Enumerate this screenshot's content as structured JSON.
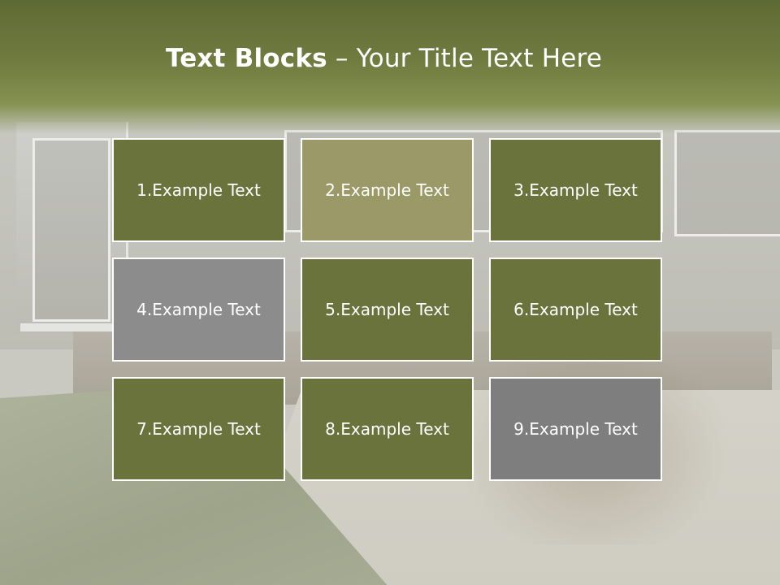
{
  "title": {
    "bold": "Text Blocks",
    "rest": " – Your Title Text Here"
  },
  "blocks": [
    {
      "label": "1.Example Text",
      "color": "#6a733c"
    },
    {
      "label": "2.Example Text",
      "color": "#9a9967"
    },
    {
      "label": "3.Example Text",
      "color": "#6a733c"
    },
    {
      "label": "4.Example Text",
      "color": "#8c8c8c"
    },
    {
      "label": "5.Example Text",
      "color": "#6a733c"
    },
    {
      "label": "6.Example Text",
      "color": "#6a733c"
    },
    {
      "label": "7.Example Text",
      "color": "#6a733c"
    },
    {
      "label": "8.Example Text",
      "color": "#6a733c"
    },
    {
      "label": "9.Example Text",
      "color": "#7e7e7e"
    }
  ],
  "colors": {
    "header": "#6f7b3f",
    "block_border": "#ffffff",
    "text": "#ffffff"
  }
}
